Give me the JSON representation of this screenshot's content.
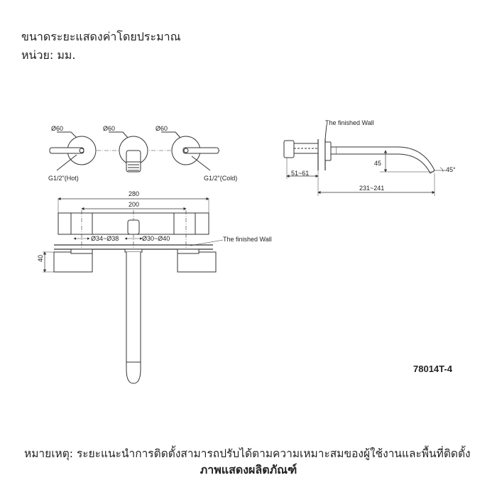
{
  "header": {
    "line1": "ขนาดระยะแสดงค่าโดยประมาณ",
    "line2": "หน่วย: มม."
  },
  "front_view": {
    "dia_left": "Ø60",
    "dia_center": "Ø60",
    "dia_right": "Ø60",
    "thread_hot": "G1/2\"(Hot)",
    "thread_cold": "G1/2\"(Cold)"
  },
  "side_view": {
    "wall_label": "The finished Wall",
    "dim_depth": "51~61",
    "dim_height": "45",
    "dim_angle": "45°",
    "dim_length": "231~241"
  },
  "top_view": {
    "dim_overall": "280",
    "dim_centers": "200",
    "dim_valve_hole": "Ø34~Ø38",
    "dim_spout_hole": "Ø30~Ø40",
    "wall_label": "The finished Wall",
    "dim_plate": "40"
  },
  "model": {
    "code": "78014T-4"
  },
  "footer": {
    "note": "หมายเหตุ: ระยะแนะนำการติดตั้งสามารถปรับได้ตามความเหมาะสมของผู้ใช้งานและพื้นที่ติดตั้ง",
    "caption": "ภาพแสดงผลิตภัณฑ์"
  }
}
